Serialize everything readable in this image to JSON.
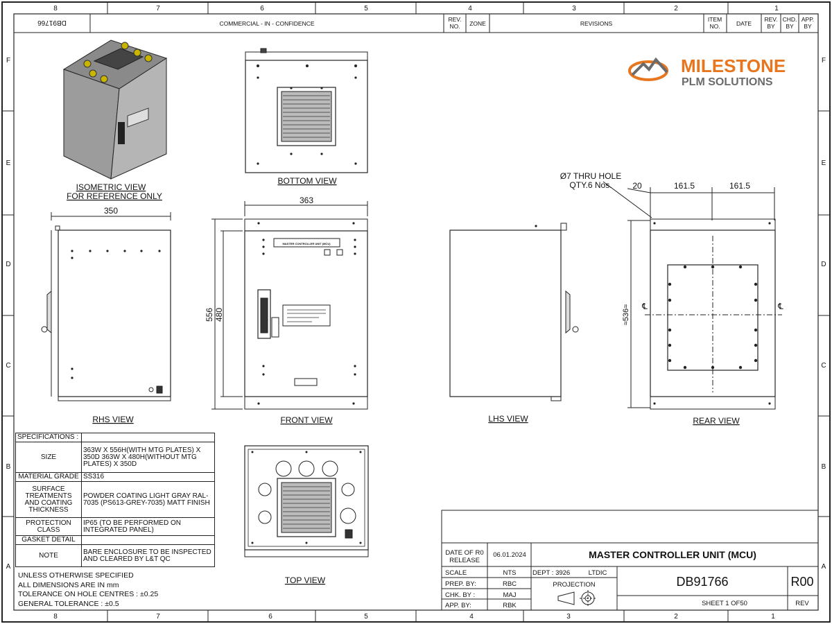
{
  "border": {
    "cols_top": [
      "8",
      "7",
      "6",
      "5",
      "4",
      "3",
      "2",
      "1"
    ],
    "cols_bottom": [
      "8",
      "7",
      "6",
      "5",
      "4",
      "3",
      "2",
      "1"
    ],
    "rows_left": [
      "F",
      "E",
      "D",
      "C",
      "B",
      "A"
    ],
    "rows_right": [
      "F",
      "E",
      "D",
      "C",
      "B",
      "A"
    ]
  },
  "header": {
    "drawing_no_mirrored": "DB91766",
    "confidentiality": "COMMERCIAL - IN - CONFIDENCE",
    "rev_no": "REV.\nNO.",
    "zone": "ZONE",
    "revisions": "REVISIONS",
    "item_no": "ITEM\nNO.",
    "date": "DATE",
    "rev_by": "REV.\nBY",
    "chd_by": "CHD.\nBY",
    "app_by": "APP.\nBY"
  },
  "logo": {
    "line1": "MILESTONE",
    "line2": "PLM SOLUTIONS",
    "color_orange": "#e8761f",
    "color_gray": "#6b6b6b"
  },
  "views": {
    "isometric": "ISOMETRIC VIEW",
    "isometric_note": "FOR REFERENCE ONLY",
    "bottom": "BOTTOM VIEW",
    "rhs": "RHS VIEW",
    "front": "FRONT VIEW",
    "lhs": "LHS VIEW",
    "rear": "REAR VIEW",
    "top": "TOP VIEW"
  },
  "dims": {
    "rhs_width": "350",
    "front_width": "363",
    "front_height_total": "556",
    "front_height_body": "480",
    "rear_hole": "Ø7 THRU HOLE",
    "rear_qty": "QTY.6 Nos.",
    "rear_d1": "20",
    "rear_d2": "161.5",
    "rear_d3": "161.5",
    "rear_height": "≈536≈",
    "centerline": "℄"
  },
  "front_labels": {
    "nameplate": "MASTER CONTROLLER UNIT (MCU)"
  },
  "spec": {
    "title": "SPECIFICATIONS :",
    "rows": [
      {
        "k": "SIZE",
        "v": "363W X 556H(WITH MTG PLATES) X 350D\n363W X 480H(WITHOUT MTG PLATES) X 350D"
      },
      {
        "k": "MATERIAL GRADE",
        "v": "SS316"
      },
      {
        "k": "SURFACE TREATMENTS AND COATING THICKNESS",
        "v": "POWDER COATING LIGHT GRAY RAL-7035 (PS613-GREY-7035) MATT FINISH"
      },
      {
        "k": "PROTECTION CLASS",
        "v": "IP65 (TO BE PERFORMED ON INTEGRATED PANEL)"
      },
      {
        "k": "GASKET DETAIL",
        "v": ""
      },
      {
        "k": "NOTE",
        "v": "BARE ENCLOSURE TO BE INSPECTED AND CLEARED BY L&T QC"
      }
    ]
  },
  "notes": [
    "UNLESS OTHERWISE SPECIFIED",
    "ALL DIMENSIONS ARE IN mm",
    "TOLERANCE ON HOLE CENTRES : ±0.25",
    "GENERAL TOLERANCE : ±0.5"
  ],
  "title_block": {
    "date_label": "DATE OF R0\nRELEASE",
    "date_value": "06.01.2024",
    "title": "MASTER CONTROLLER UNIT (MCU)",
    "scale_label": "SCALE",
    "scale_value": "NTS",
    "dept": "DEPT : 3926",
    "company": "LTDIC",
    "prep_label": "PREP. BY:",
    "prep_value": "RBC",
    "chk_label": "CHK. BY :",
    "chk_value": "MAJ",
    "app_label": "APP. BY:",
    "app_value": "RBK",
    "projection": "PROJECTION",
    "drawing_no": "DB91766",
    "rev": "R00",
    "sheet": "SHEET 1 OF50",
    "rev_label": "REV"
  }
}
